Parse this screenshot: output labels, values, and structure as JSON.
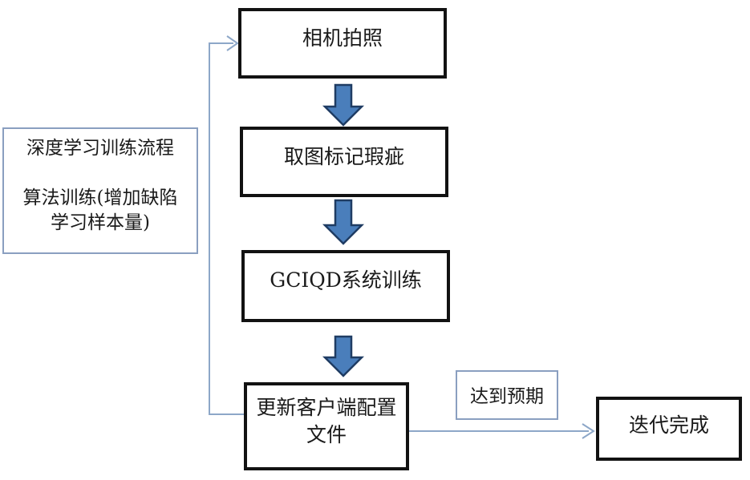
{
  "canvas": {
    "background": "#ffffff"
  },
  "colors": {
    "process_box_border": "#121212",
    "light_box_border": "#8a9fc0",
    "connector_line": "#8da7c8",
    "block_arrow_fill": "#4a7ebb",
    "block_arrow_stroke": "#1f3c63",
    "text": "#1a1a1a"
  },
  "nodes": {
    "camera": {
      "label": "相机拍照"
    },
    "mark_defects": {
      "label": "取图标记瑕疵"
    },
    "system_training": {
      "label": "GCIQD系统训练"
    },
    "update_client": {
      "line1": "更新客户端配置",
      "line2": "文件"
    },
    "side_note": {
      "line1": "深度学习训练流程",
      "line2": "算法训练(增加缺陷",
      "line3": "学习样本量)"
    },
    "expected": {
      "label": "达到预期"
    },
    "done": {
      "label": "迭代完成"
    }
  },
  "edges": [
    {
      "from": "camera",
      "to": "mark_defects",
      "type": "block-arrow-down"
    },
    {
      "from": "mark_defects",
      "to": "system_training",
      "type": "block-arrow-down"
    },
    {
      "from": "system_training",
      "to": "update_client",
      "type": "block-arrow-down"
    },
    {
      "from": "update_client",
      "to": "done",
      "type": "thin-arrow-right",
      "label": "达到预期"
    },
    {
      "from": "update_client",
      "to": "camera",
      "type": "thin-feedback-loop-left"
    }
  ]
}
